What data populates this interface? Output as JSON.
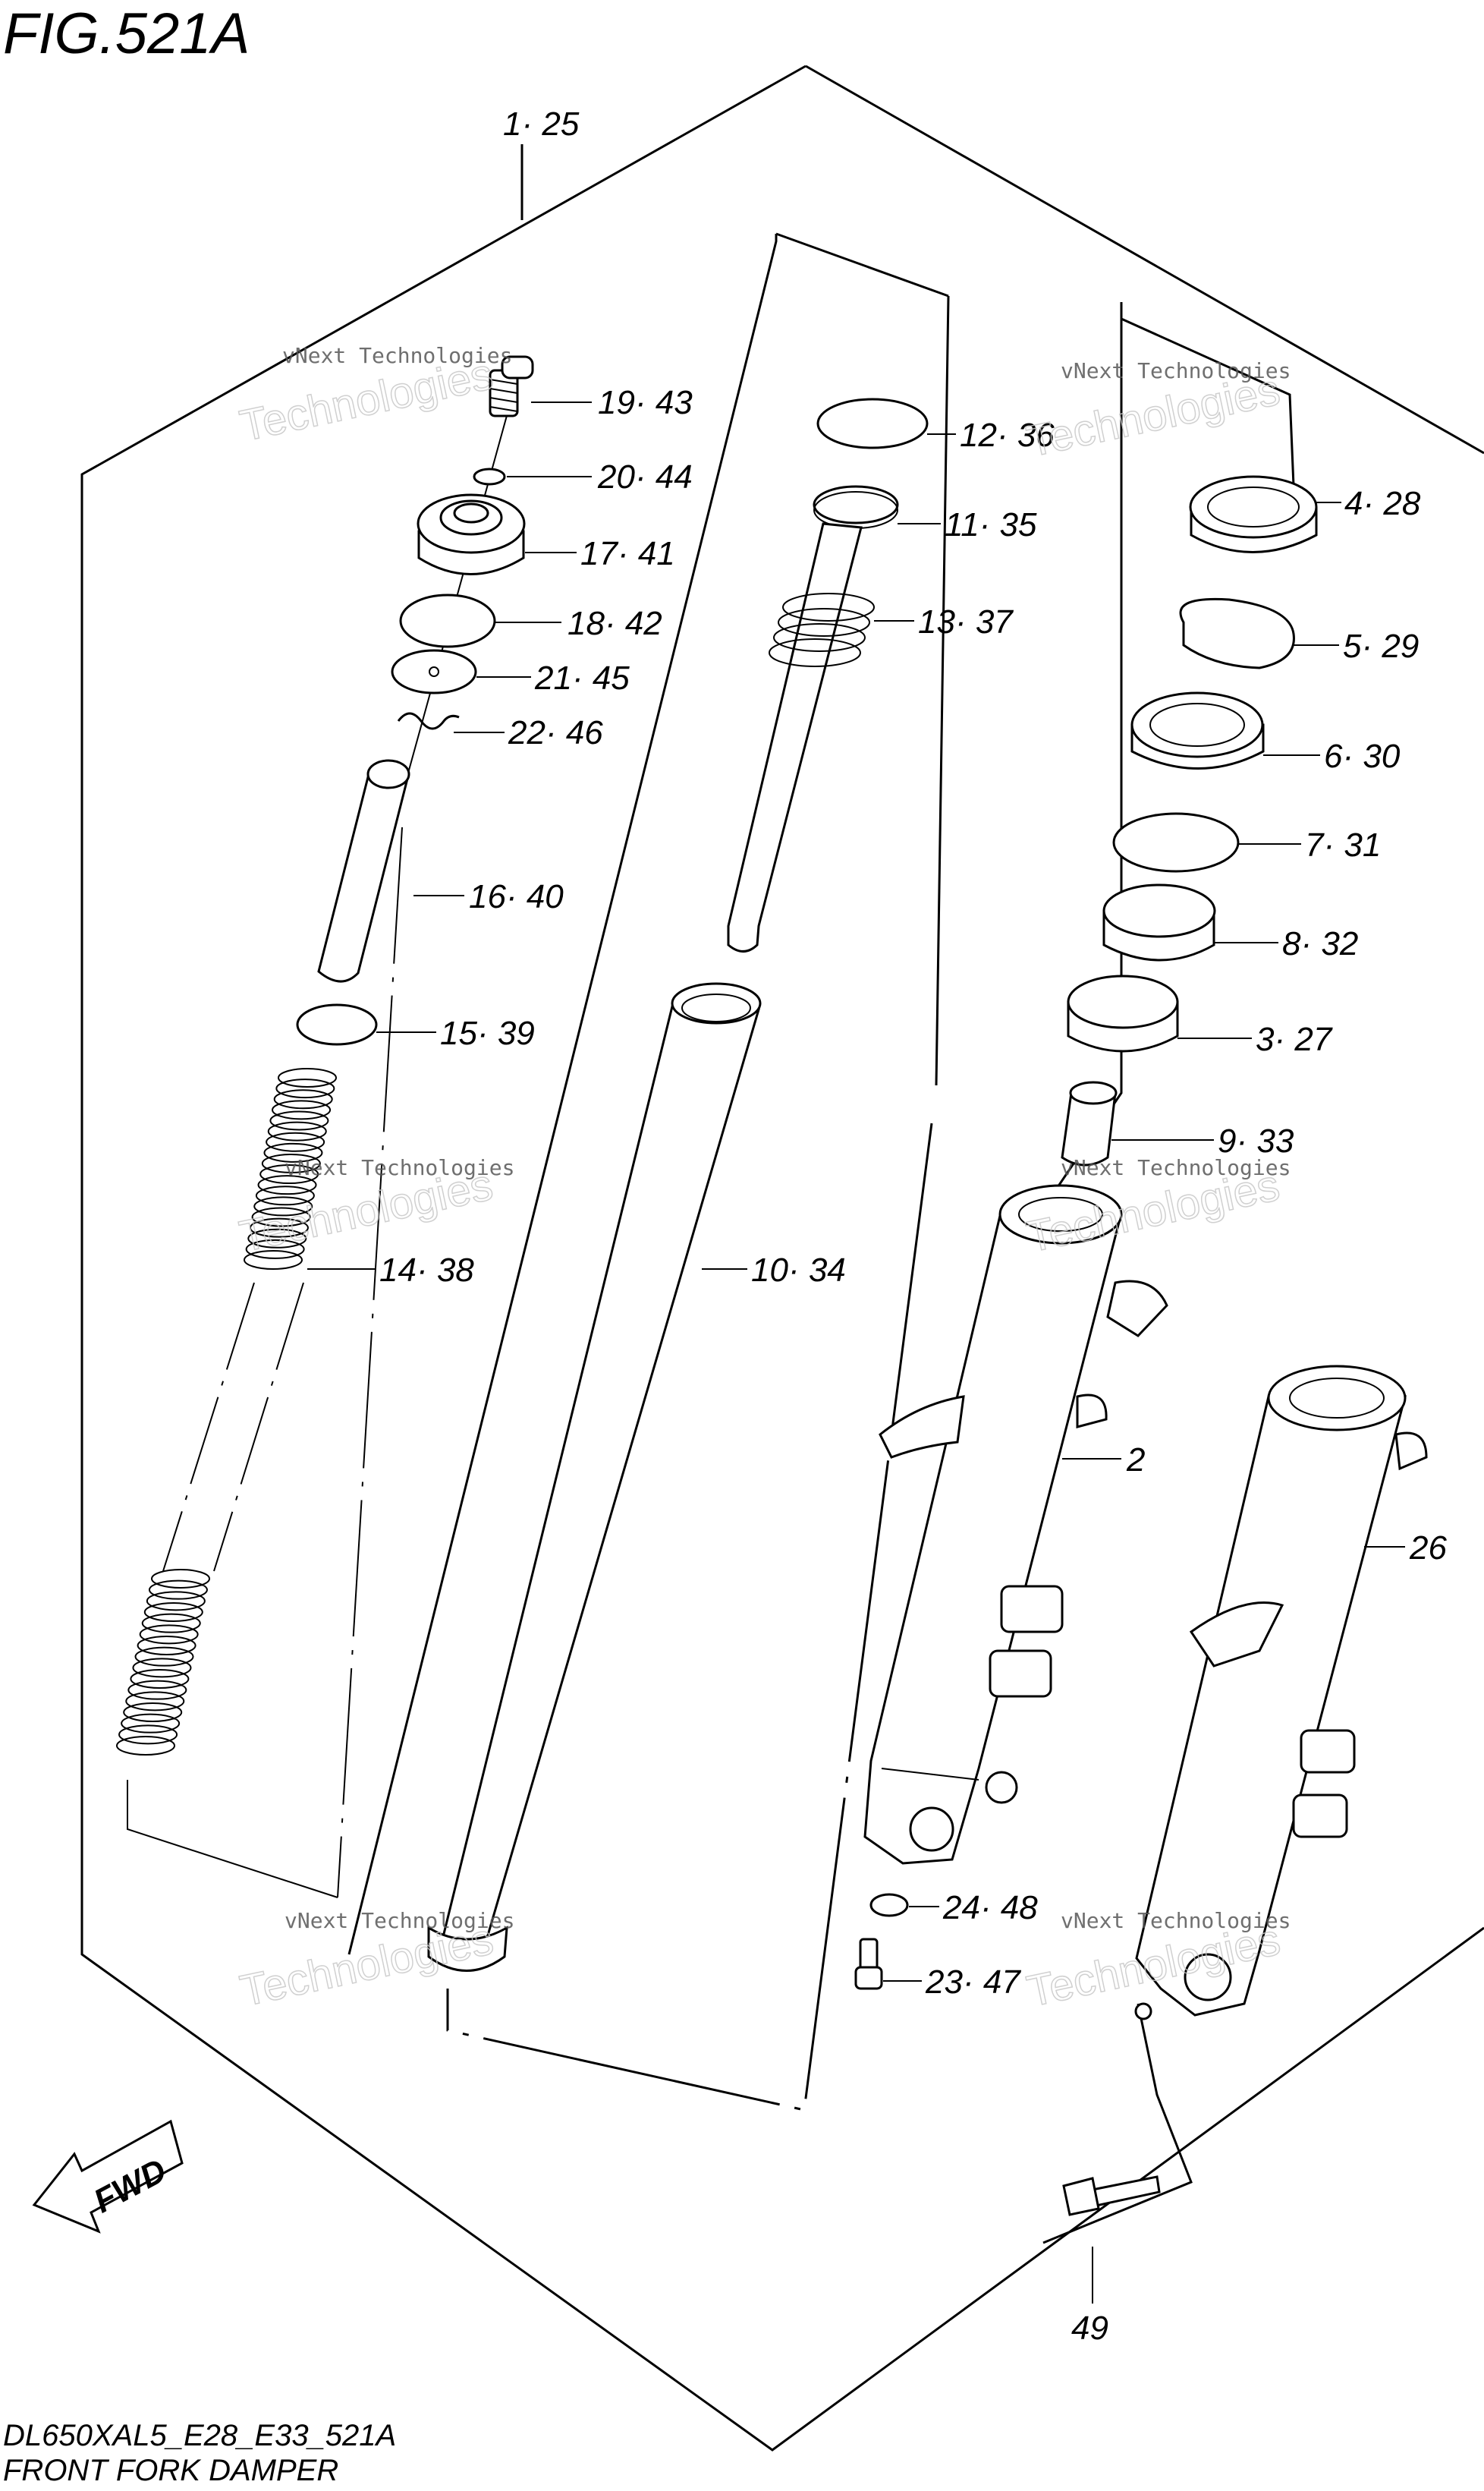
{
  "figure": {
    "title": "FIG.521A",
    "model_code": "DL650XAL5_E28_E33_521A",
    "name": "FRONT FORK DAMPER",
    "fwd_label": "FWD"
  },
  "watermark": {
    "line1": "vNext Technologies",
    "line2": "Technologies"
  },
  "callouts": [
    {
      "id": "c-1-25",
      "text": "1· 25"
    },
    {
      "id": "c-19-43",
      "text": "19· 43"
    },
    {
      "id": "c-20-44",
      "text": "20· 44"
    },
    {
      "id": "c-17-41",
      "text": "17· 41"
    },
    {
      "id": "c-18-42",
      "text": "18· 42"
    },
    {
      "id": "c-21-45",
      "text": "21· 45"
    },
    {
      "id": "c-22-46",
      "text": "22· 46"
    },
    {
      "id": "c-16-40",
      "text": "16· 40"
    },
    {
      "id": "c-15-39",
      "text": "15· 39"
    },
    {
      "id": "c-14-38",
      "text": "14· 38"
    },
    {
      "id": "c-12-36",
      "text": "12· 36"
    },
    {
      "id": "c-11-35",
      "text": "11· 35"
    },
    {
      "id": "c-13-37",
      "text": "13· 37"
    },
    {
      "id": "c-10-34",
      "text": "10· 34"
    },
    {
      "id": "c-4-28",
      "text": "4· 28"
    },
    {
      "id": "c-5-29",
      "text": "5· 29"
    },
    {
      "id": "c-6-30",
      "text": "6· 30"
    },
    {
      "id": "c-7-31",
      "text": "7· 31"
    },
    {
      "id": "c-8-32",
      "text": "8· 32"
    },
    {
      "id": "c-3-27",
      "text": "3· 27"
    },
    {
      "id": "c-9-33",
      "text": "9· 33"
    },
    {
      "id": "c-2",
      "text": "2"
    },
    {
      "id": "c-26",
      "text": "26"
    },
    {
      "id": "c-24-48",
      "text": "24· 48"
    },
    {
      "id": "c-23-47",
      "text": "23· 47"
    },
    {
      "id": "c-49",
      "text": "49"
    }
  ]
}
